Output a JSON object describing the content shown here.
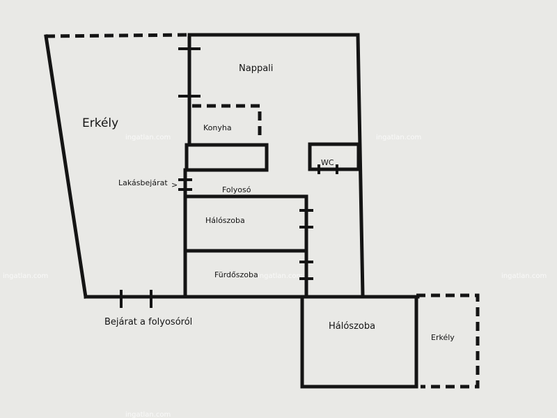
{
  "rooms": {
    "erkely_left": "Erkély",
    "nappali": "Nappali",
    "konyha": "Konyha",
    "wc": "WC",
    "lakasbejarat": "Lakásbejárat",
    "folyoso": "Folyosó",
    "haloszoba_1": "Hálószoba",
    "furdoszoba": "Fürdőszoba",
    "haloszoba_2": "Hálószoba",
    "erkely_right": "Erkély"
  },
  "labels": {
    "entrance_corridor": "Bejárat a folyosóról",
    "arrow": ">"
  },
  "watermark": "ingatlan.com",
  "colors": {
    "background": "#e9e9e6",
    "line": "#141414"
  }
}
